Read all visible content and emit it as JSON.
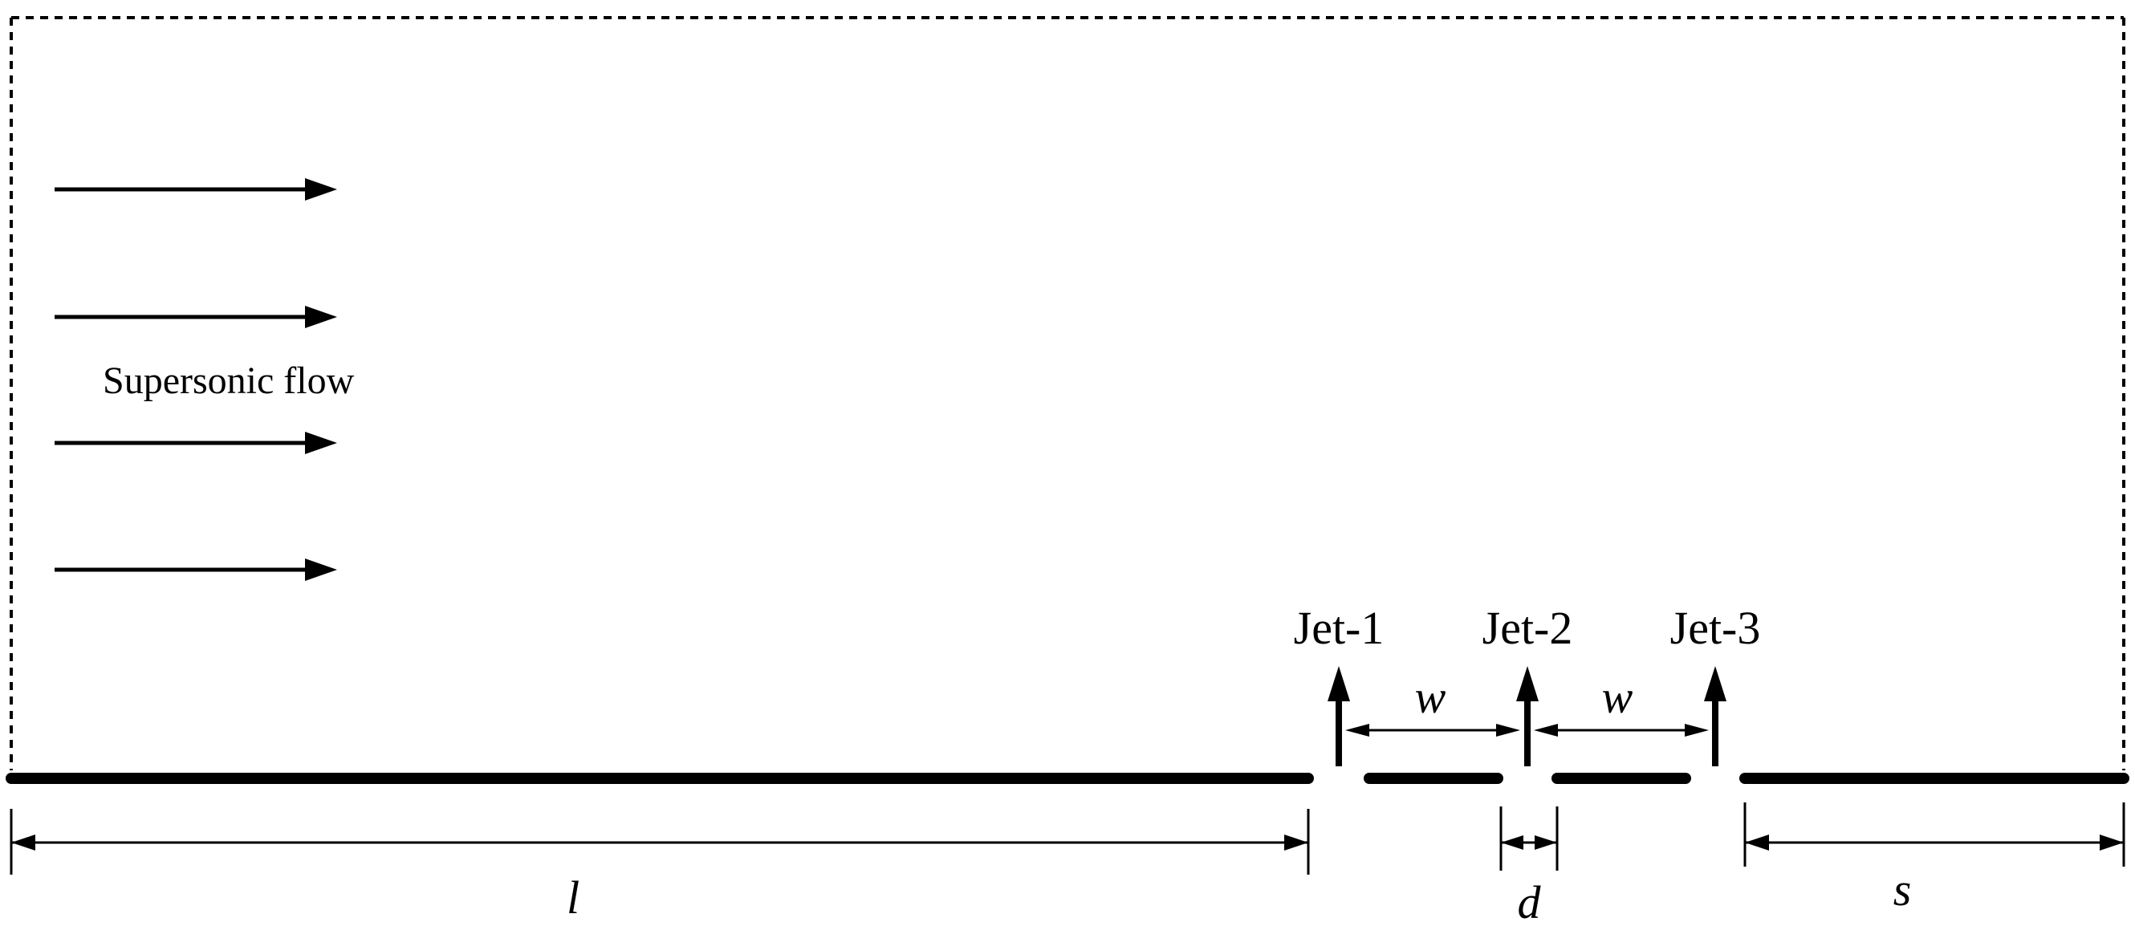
{
  "flow": {
    "label": "Supersonic flow"
  },
  "jets": [
    {
      "label": "Jet-1"
    },
    {
      "label": "Jet-2"
    },
    {
      "label": "Jet-3"
    }
  ],
  "dimensions": {
    "w_left": "w",
    "w_right": "w",
    "l": "l",
    "d": "d",
    "s": "s"
  },
  "colors": {
    "stroke": "#000000",
    "background": "#ffffff"
  }
}
